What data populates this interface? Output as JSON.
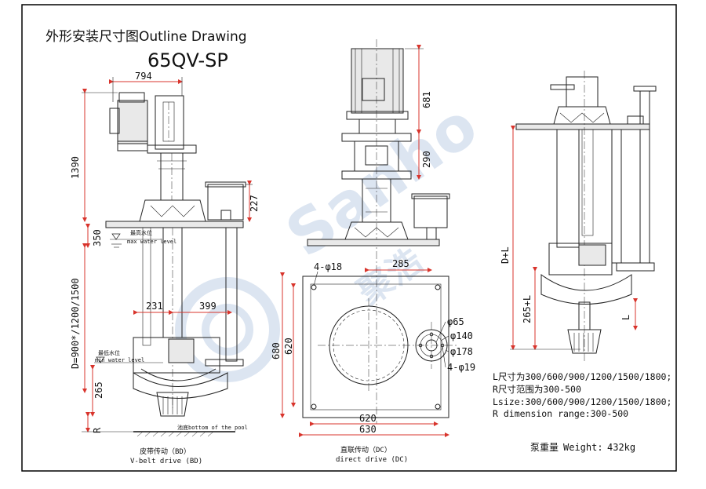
{
  "title": "外形安装尺寸图Outline Drawing",
  "model": "65QV-SP",
  "watermark": {
    "brand": "Sanho",
    "chinese": "聚浩",
    "color": "#9ab4d6"
  },
  "colors": {
    "line": "#222222",
    "dimension_red": "#d8342c",
    "frame": "#000000"
  },
  "left_view": {
    "dim_top_width": "794",
    "dim_height_upper": "1390",
    "dim_flange_227": "227",
    "dim_350": "350",
    "dim_depth": "D=900*/1200/1500",
    "dim_265": "265",
    "dim_r": "R",
    "dim_231": "231",
    "dim_399": "399",
    "max_water_cn": "最高水位",
    "max_water_en": "max water level",
    "min_water_cn": "最低水位",
    "min_water_en": "min water level",
    "pool_bottom_cn": "池底",
    "pool_bottom_en": "bottom of the pool",
    "caption_cn": "皮带传动（BD）",
    "caption_en": "V-belt drive (BD)"
  },
  "center_view": {
    "dim_681": "681",
    "dim_290": "290",
    "caption_cn": "直联传动（DC）",
    "caption_en": "direct drive (DC)"
  },
  "plan_view": {
    "holes_4": "4-φ18",
    "dim_285": "285",
    "dim_680": "680",
    "dim_620_v": "620",
    "dim_620_h": "620",
    "dim_630": "630",
    "flange_d65": "φ65",
    "flange_d140": "φ140",
    "flange_d178": "φ178",
    "flange_holes": "4-φ19"
  },
  "right_view": {
    "dim_dl": "D+L",
    "dim_265l": "265+L",
    "dim_l": "L"
  },
  "notes": {
    "l_cn": "L尺寸为300/600/900/1200/1500/1800;",
    "r_cn": "R尺寸范围为300-500",
    "l_en": "Lsize:300/600/900/1200/1500/1800;",
    "r_en": "R dimension range:300-500"
  },
  "weight": {
    "label_cn": "泵重量",
    "label_en": "Weight:",
    "value": "432kg"
  }
}
